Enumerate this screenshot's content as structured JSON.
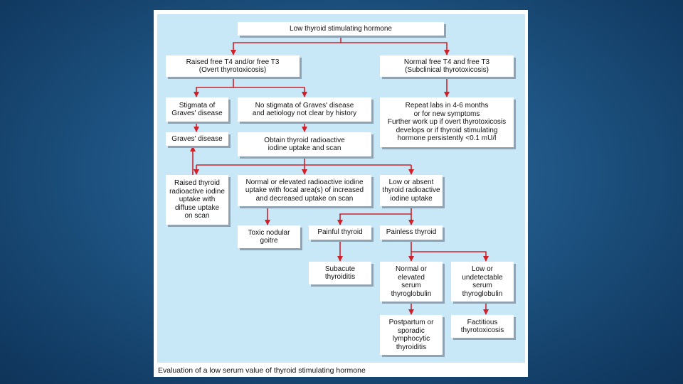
{
  "colors": {
    "background": "#1f5584",
    "chart_area": "#c8e8f8",
    "box": "#ffffff",
    "arrow": "#d0202a"
  },
  "nodes": {
    "low_tsh": "Low thyroid stimulating hormone",
    "raised_t4": "Raised free T4 and/or free T3\n(Overt thyrotoxicosis)",
    "normal_t4": "Normal free T4 and free T3\n(Subclinical thyrotoxicosis)",
    "stigmata": "Stigmata of\nGraves' disease",
    "no_stigmata": "No stigmata of Graves' disease\nand aetiology not clear by history",
    "repeat_labs": "Repeat labs in 4-6 months\nor for new symptoms\nFurther work up if overt thyrotoxicosis\ndevelops or if thyroid stimulating\nhormone persistently <0.1 mU/l",
    "graves": "Graves' disease",
    "obtain_uptake": "Obtain thyroid radioactive\niodine uptake and scan",
    "raised_uptake": "Raised thyroid\nradioactive iodine\nuptake with\ndiffuse uptake\non scan",
    "normal_uptake": "Normal or elevated radioactive iodine\nuptake with focal area(s) of increased\nand decreased uptake on scan",
    "low_uptake": "Low or absent\nthyroid radioactive\niodine uptake",
    "toxic_goitre": "Toxic nodular\ngoitre",
    "painful": "Painful thyroid",
    "painless": "Painless thyroid",
    "subacute": "Subacute\nthyroiditis",
    "normal_tg": "Normal or\nelevated\nserum\nthyroglobulin",
    "low_tg": "Low or\nundetectable\nserum\nthyroglobulin",
    "postpartum": "Postpartum or\nsporadic\nlymphocytic\nthyroiditis",
    "factitious": "Factitious\nthyrotoxicosis"
  },
  "caption": "Evaluation of a low serum value of thyroid stimulating hormone"
}
